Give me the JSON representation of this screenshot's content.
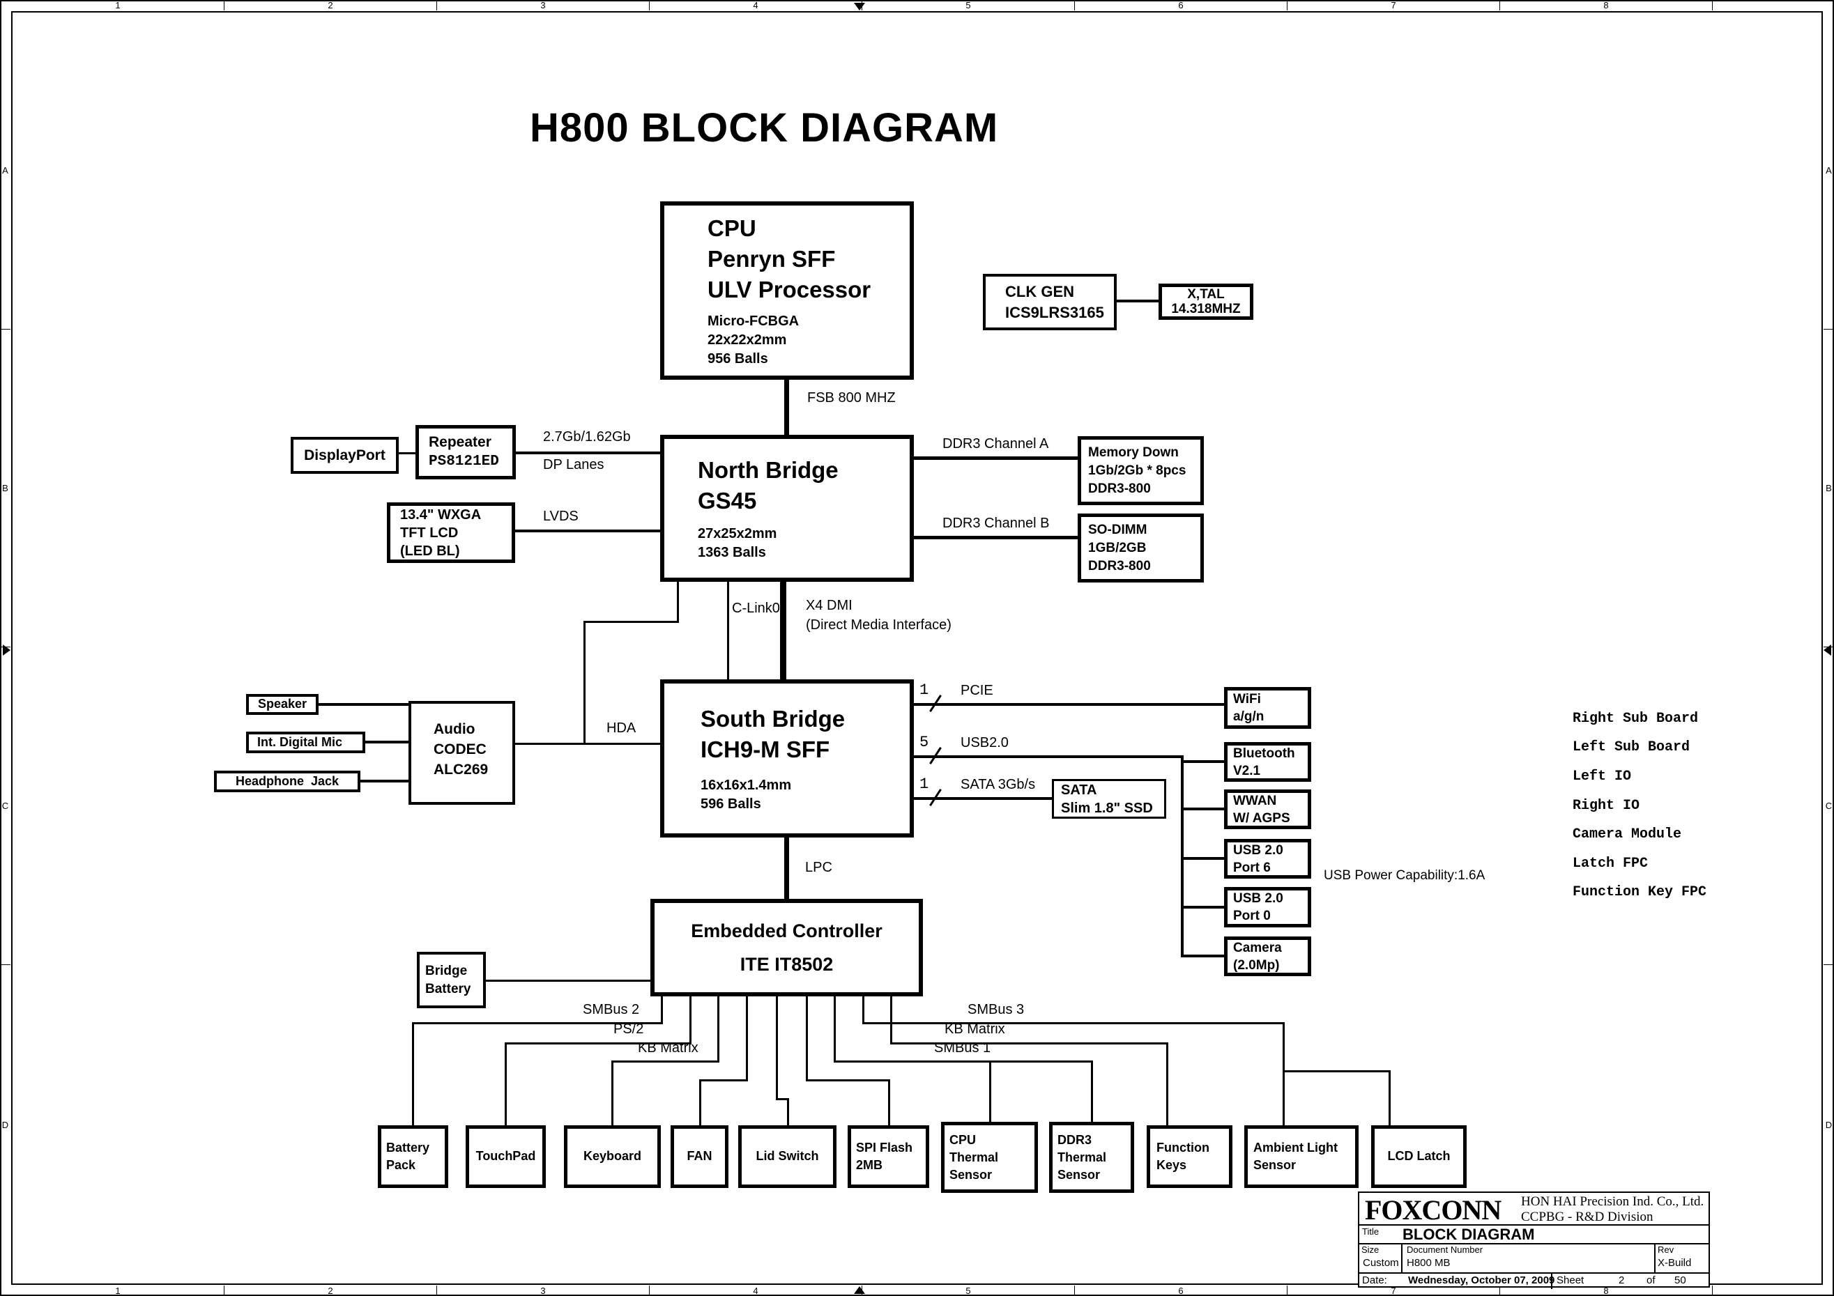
{
  "sheet": {
    "title": "H800 BLOCK DIAGRAM"
  },
  "ruler": {
    "cols": [
      "1",
      "2",
      "3",
      "4",
      "5",
      "6",
      "7",
      "8"
    ],
    "rows": [
      "A",
      "B",
      "C",
      "D"
    ]
  },
  "blocks": {
    "cpu": {
      "l1": "CPU",
      "l2": "Penryn SFF",
      "l3": "ULV Processor",
      "s1": "Micro-FCBGA",
      "s2": "22x22x2mm",
      "s3": "956 Balls"
    },
    "clkgen": {
      "l1": "CLK GEN",
      "l2": "ICS9LRS3165"
    },
    "xtal": {
      "l1": "X,TAL",
      "l2": "14.318MHZ"
    },
    "nb": {
      "l1": "North Bridge",
      "l2": "GS45",
      "s1": "27x25x2mm",
      "s2": "1363 Balls"
    },
    "repeater": {
      "l1": "Repeater",
      "l2": "PS8121ED"
    },
    "displayport": {
      "l1": "DisplayPort"
    },
    "lcd": {
      "l1": "13.4\" WXGA",
      "l2": "TFT LCD",
      "l3": "(LED BL)"
    },
    "memdown": {
      "l1": "Memory Down",
      "l2": "1Gb/2Gb * 8pcs",
      "l3": "DDR3-800"
    },
    "sodimm": {
      "l1": "SO-DIMM",
      "l2": "1GB/2GB",
      "l3": "DDR3-800"
    },
    "sb": {
      "l1": "South Bridge",
      "l2": "ICH9-M SFF",
      "s1": "16x16x1.4mm",
      "s2": "596 Balls"
    },
    "audio": {
      "l1": "Audio",
      "l2": "CODEC",
      "l3": "ALC269"
    },
    "speaker": {
      "l1": "Speaker"
    },
    "mic": {
      "l1": "Int. Digital Mic"
    },
    "headphone": {
      "l1": "Headphone  Jack"
    },
    "wifi": {
      "l1": "WiFi",
      "l2": "a/g/n"
    },
    "bt": {
      "l1": "Bluetooth",
      "l2": "V2.1"
    },
    "wwan": {
      "l1": "WWAN",
      "l2": "W/ AGPS"
    },
    "usb6": {
      "l1": "USB 2.0",
      "l2": "Port 6"
    },
    "usb0": {
      "l1": "USB 2.0",
      "l2": "Port 0"
    },
    "camera": {
      "l1": "Camera",
      "l2": "(2.0Mp)"
    },
    "sata": {
      "l1": "SATA",
      "l2": "Slim 1.8\" SSD"
    },
    "ec": {
      "l1": "Embedded Controller",
      "l2": "ITE IT8502"
    },
    "bridgebat": {
      "l1": "Bridge",
      "l2": "Battery"
    },
    "batpack": {
      "l1": "Battery",
      "l2": "Pack"
    },
    "touchpad": {
      "l1": "TouchPad"
    },
    "keyboard": {
      "l1": "Keyboard"
    },
    "fan": {
      "l1": "FAN"
    },
    "lid": {
      "l1": "Lid Switch"
    },
    "spi": {
      "l1": "SPI Flash",
      "l2": "2MB"
    },
    "cputs": {
      "l1": "CPU",
      "l2": "Thermal",
      "l3": "Sensor"
    },
    "ddrts": {
      "l1": "DDR3",
      "l2": "Thermal",
      "l3": "Sensor"
    },
    "funckeys": {
      "l1": "Function",
      "l2": "Keys"
    },
    "ambient": {
      "l1": "Ambient Light",
      "l2": "Sensor"
    },
    "lcdlatch": {
      "l1": "LCD Latch"
    }
  },
  "wires": {
    "fsb": "FSB 800 MHZ",
    "dp_rate": "2.7Gb/1.62Gb",
    "dp_lanes": "DP Lanes",
    "lvds": "LVDS",
    "ddr_a": "DDR3 Channel A",
    "ddr_b": "DDR3 Channel B",
    "clink": "C-Link0",
    "dmi1": "X4 DMI",
    "dmi2": "(Direct Media Interface)",
    "hda": "HDA",
    "pcie": "PCIE",
    "pcie_count": "1",
    "usb": "USB2.0",
    "usb_count": "5",
    "sata": "SATA 3Gb/s",
    "sata_count": "1",
    "usb_power": "USB Power Capability:1.6A",
    "lpc": "LPC",
    "smbus2": "SMBus 2",
    "ps2": "PS/2",
    "kbmatrix_l": "KB Matrix",
    "smbus3": "SMBus 3",
    "kbmatrix_r": "KB Matrix",
    "smbus1": "SMBus 1"
  },
  "side_notes": [
    "Right Sub Board",
    "Left Sub Board",
    "Left IO",
    "Right IO",
    "Camera Module",
    "Latch FPC",
    "Function Key FPC"
  ],
  "title_block": {
    "logo": "FOXCONN",
    "company1": "HON HAI Precision Ind. Co., Ltd.",
    "company2": "CCPBG - R&D Division",
    "title_label": "Title",
    "title": "BLOCK DIAGRAM",
    "size_label": "Size",
    "size": "Custom",
    "doc_label": "Document Number",
    "doc": "H800 MB",
    "rev_label": "Rev",
    "rev": "X-Build",
    "date_label": "Date:",
    "date": "Wednesday, October 07, 2009",
    "sheet_label": "Sheet",
    "sheet_no": "2",
    "of_label": "of",
    "total": "50"
  }
}
